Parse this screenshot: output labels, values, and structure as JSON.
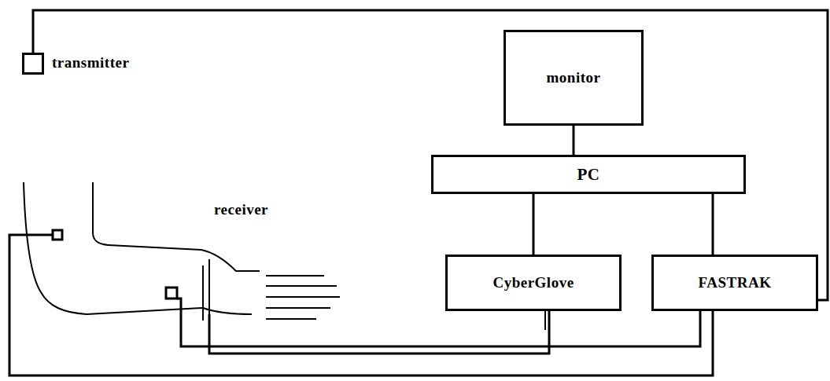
{
  "diagram": {
    "nodes": [
      {
        "text": [
          "transmitter"
        ]
      },
      {
        "text": [
          "monitor"
        ]
      },
      {
        "text": [
          "PC"
        ]
      },
      {
        "text": [
          "CyberGlove"
        ]
      },
      {
        "text": [
          "FASTRAK"
        ]
      }
    ],
    "edges": [
      {
        "from": 1,
        "to": 2,
        "arrow": "none"
      },
      {
        "from": 2,
        "to": 3,
        "arrow": "none"
      },
      {
        "from": 2,
        "to": 4,
        "arrow": "none"
      },
      {
        "from": 0,
        "to": 4,
        "arrow": "none"
      }
    ],
    "labels": [
      "receiver"
    ]
  }
}
